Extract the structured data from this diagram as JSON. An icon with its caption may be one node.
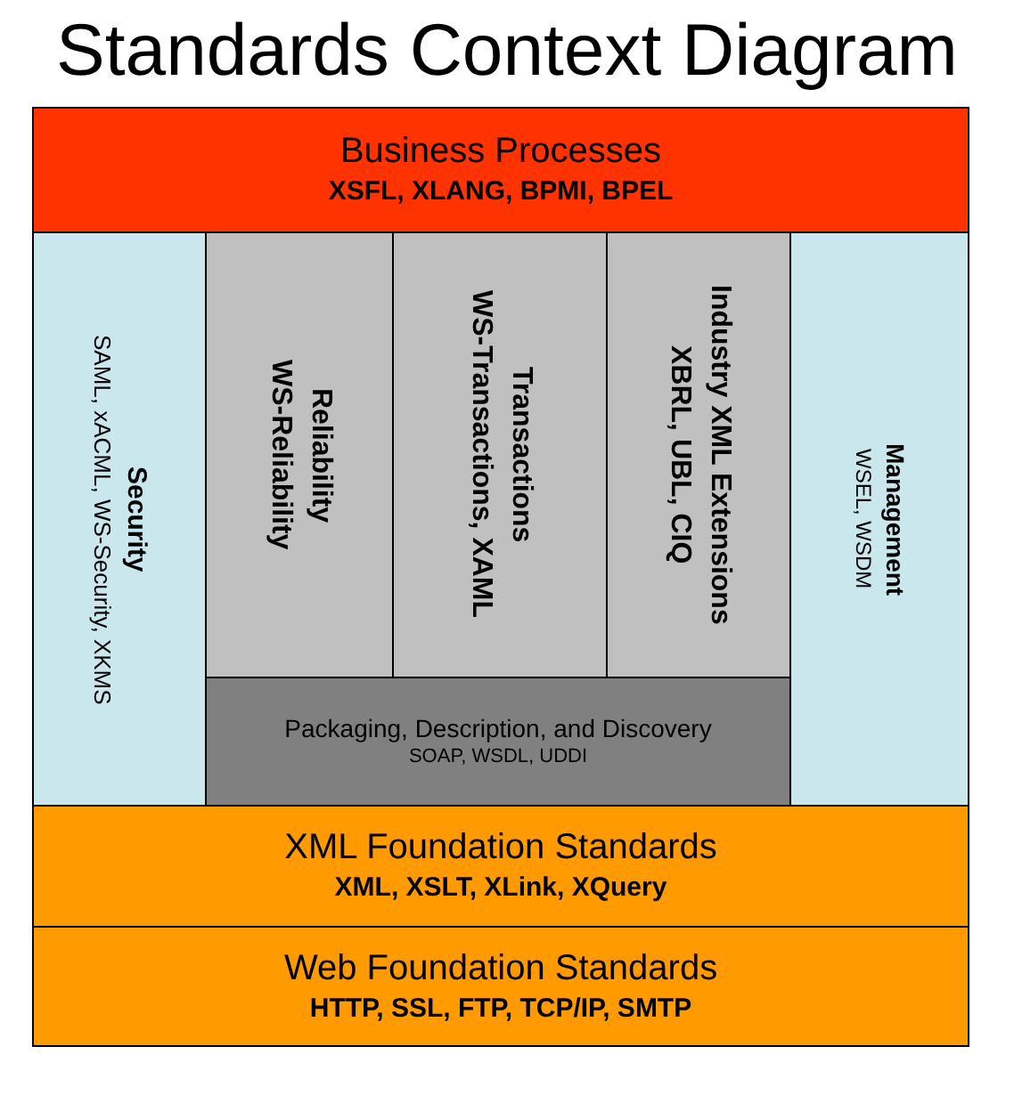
{
  "diagram": {
    "title": "Standards Context Diagram",
    "nodes": [
      {
        "text": [
          "Business Processes",
          "XSFL, XLANG, BPMI, BPEL"
        ]
      },
      {
        "text": [
          "Security",
          "SAML, xACML, WS-Security, XKMS"
        ]
      },
      {
        "text": [
          "Reliability",
          "WS-Reliability"
        ]
      },
      {
        "text": [
          "Transactions",
          "WS-Transactions, XAML"
        ]
      },
      {
        "text": [
          "Industry XML Extensions",
          "XBRL, UBL, CIQ"
        ]
      },
      {
        "text": [
          "Management",
          "WSEL, WSDM"
        ]
      },
      {
        "text": [
          "Packaging, Description, and Discovery",
          "SOAP, WSDL, UDDI"
        ]
      },
      {
        "text": [
          "XML Foundation Standards",
          "XML, XSLT, XLink, XQuery"
        ]
      },
      {
        "text": [
          "Web Foundation Standards",
          "HTTP, SSL, FTP, TCP/IP, SMTP"
        ]
      }
    ]
  }
}
